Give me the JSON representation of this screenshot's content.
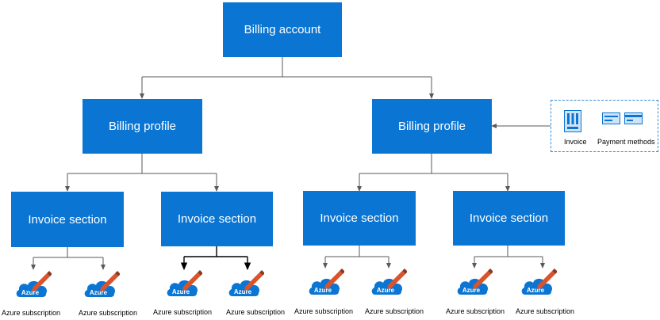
{
  "billing_account": {
    "label": "Billing account"
  },
  "billing_profiles": [
    {
      "label": "Billing profile"
    },
    {
      "label": "Billing profile"
    }
  ],
  "invoice_sections": [
    {
      "label": "Invoice section"
    },
    {
      "label": "Invoice section"
    },
    {
      "label": "Invoice section"
    },
    {
      "label": "Invoice section"
    }
  ],
  "subscriptions": {
    "icon_text": "Azure",
    "items": [
      {
        "label": "Azure subscription"
      },
      {
        "label": "Azure subscription"
      },
      {
        "label": "Azure subscription"
      },
      {
        "label": "Azure subscription"
      },
      {
        "label": "Azure subscription"
      },
      {
        "label": "Azure subscription"
      },
      {
        "label": "Azure subscription"
      },
      {
        "label": "Azure subscription"
      }
    ]
  },
  "legend": {
    "invoice_label": "Invoice",
    "payment_methods_label": "Payment methods"
  },
  "colors": {
    "box_fill": "#0a75d2",
    "connector": "#595959",
    "cloud": "#0a75d2",
    "pencil": "#d9532c",
    "legend_border": "#2f8ad8"
  },
  "icons": {
    "subscription": "azure-cloud-pencil-icon",
    "invoice": "invoice-icon",
    "payment_methods": "credit-card-icon"
  }
}
